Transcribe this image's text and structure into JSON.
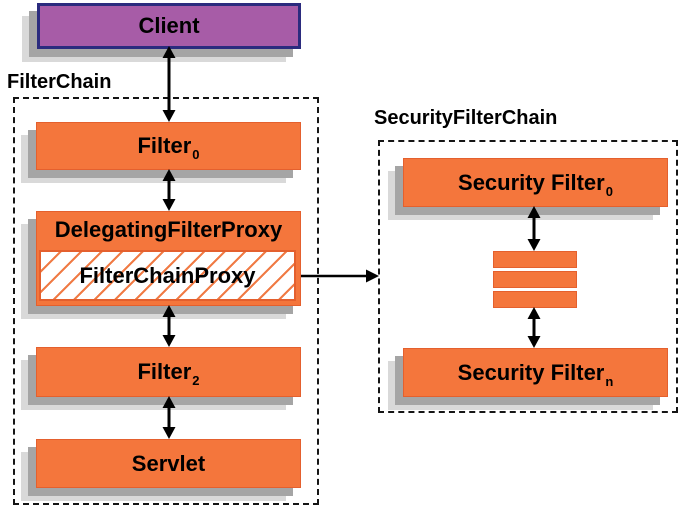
{
  "client": {
    "label": "Client"
  },
  "filter_chain": {
    "title": "FilterChain",
    "filter0": {
      "base": "Filter",
      "sub": "0"
    },
    "delegating_filter_proxy": "DelegatingFilterProxy",
    "filter_chain_proxy": "FilterChainProxy",
    "filter2": {
      "base": "Filter",
      "sub": "2"
    },
    "servlet": "Servlet"
  },
  "security_filter_chain": {
    "title": "SecurityFilterChain",
    "filter0": {
      "base": "Security Filter",
      "sub": "0"
    },
    "filtern": {
      "base": "Security Filter",
      "sub": "n"
    },
    "ellipsis_bar_count": 3
  },
  "colors": {
    "orange": "#F4763C",
    "orange_border": "#E4602E",
    "purple": "#A75CA7",
    "purple_border": "#2B2B7E",
    "shadow_dark": "#A5A5A5",
    "shadow_light": "#D9D9D9",
    "hatch": "#F07B45",
    "ink": "#000000",
    "dash": "#151515"
  }
}
